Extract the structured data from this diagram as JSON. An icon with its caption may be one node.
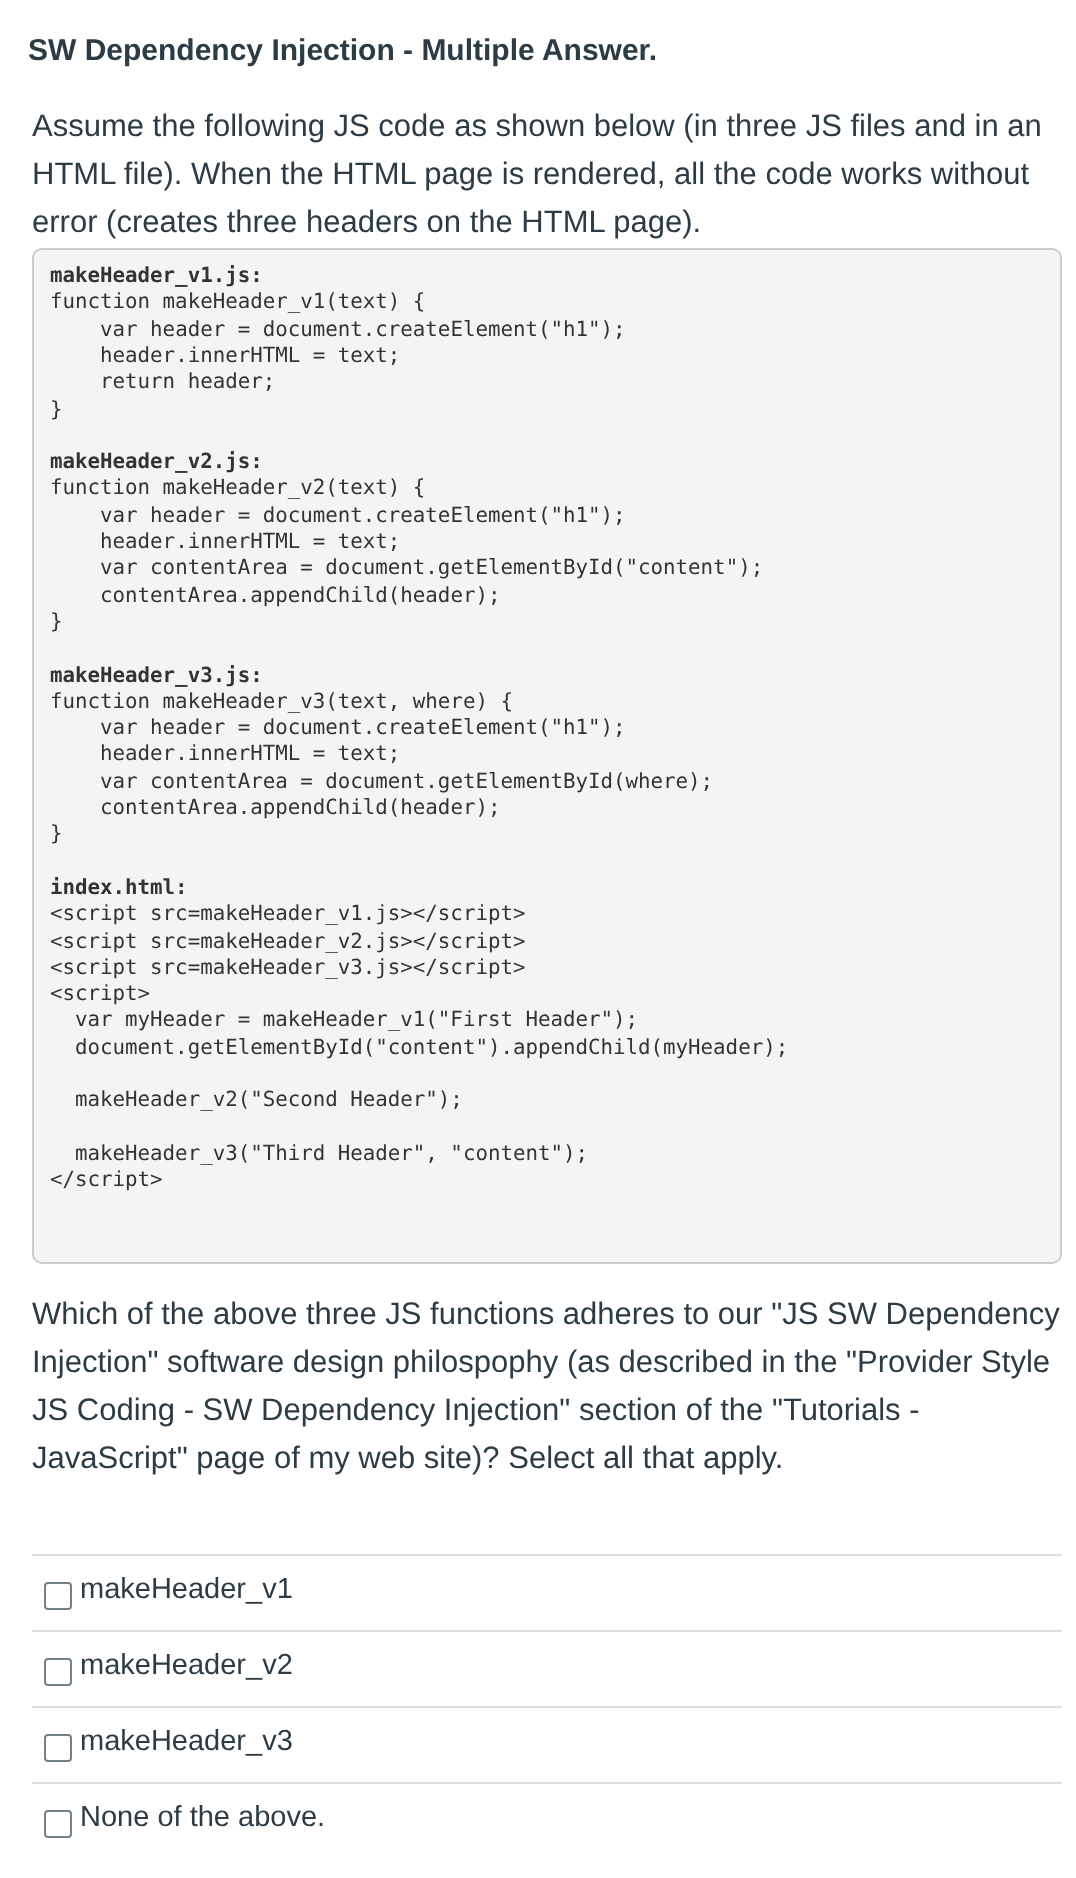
{
  "diagram": {
    "title": "SW Dependency Injection - Multiple Answer.",
    "labels": [
      "Assume the following JS code as shown below (in three JS files and in an HTML file). When the HTML page is rendered, all the code works without error (creates three headers on the HTML page).",
      "makeHeader_v1.js:",
      "function makeHeader_v1(text) {",
      "var header = document.createElement(\"h1\");",
      "header.innerHTML = text;",
      "return header;",
      "}",
      "makeHeader_v2.js:",
      "function makeHeader_v2(text) {",
      "var header = document.createElement(\"h1\");",
      "header.innerHTML = text;",
      "var contentArea = document.getElementById(\"content\");",
      "contentArea.appendChild(header);",
      "}",
      "makeHeader_v3.js:",
      "function makeHeader_v3(text, where) {",
      "var header = document.createElement(\"h1\");",
      "header.innerHTML = text;",
      "var contentArea = document.getElementById(where);",
      "contentArea.appendChild(header);",
      "}",
      "index.html:",
      "<script src=makeHeader_v1.js></script>",
      "<script src=makeHeader_v2.js></script>",
      "<script src=makeHeader_v3.js></script>",
      "<script>",
      "var myHeader = makeHeader_v1(\"First Header\");",
      "document.getElementById(\"content\").appendChild(myHeader);",
      "makeHeader_v2(\"Second Header\");",
      "makeHeader_v3(\"Third Header\", \"content\");",
      "</script>",
      "Which of the above three JS functions adheres to our \"JS SW Dependency Injection\" software design philospophy (as described in the \"Provider Style JS Coding - SW Dependency Injection\" section of the \"Tutorials - JavaScript\" page of my web site)? Select all that apply.",
      "makeHeader_v1",
      "makeHeader_v2",
      "makeHeader_v3",
      "None of the above."
    ]
  }
}
